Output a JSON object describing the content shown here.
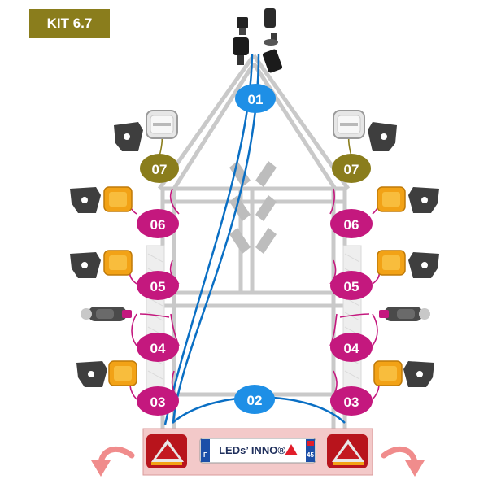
{
  "badge": "KIT 6.7",
  "colors": {
    "badge": "#8a7d1c",
    "blue_cable": "#0a6fc4",
    "blue_node": "#1e8fe6",
    "magenta_node": "#c4187e",
    "olive_node": "#8a7d1c",
    "frame": "#c9c9c9",
    "amber_lamp": "#f2a216",
    "bar_fill": "#f3c9c9",
    "arrow": "#f08c8c"
  },
  "nodes": {
    "n01": "01",
    "n02": "02",
    "n03": "03",
    "n04": "04",
    "n05": "05",
    "n06": "06",
    "n07": "07"
  },
  "plate": {
    "brand": "LEDs’ INNO®",
    "country": "F",
    "number": "45"
  }
}
